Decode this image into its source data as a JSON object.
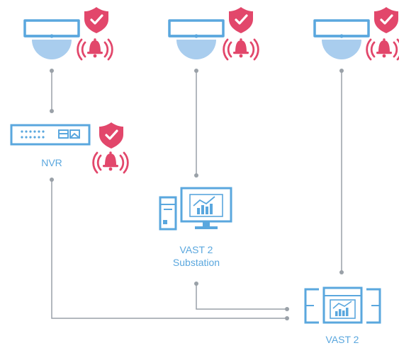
{
  "labels": {
    "nvr": "NVR",
    "substation_line1": "VAST 2",
    "substation_line2": "Substation",
    "server": "VAST 2"
  },
  "colors": {
    "device_blue": "#5aa7de",
    "dome_light_blue": "#a9cdee",
    "alert_red": "#e2476b",
    "connector_gray": "#9aa1a8"
  },
  "icons": [
    "camera-icon",
    "shield-check-icon",
    "alarm-bell-icon",
    "nvr-recorder-icon",
    "workstation-icon",
    "server-icon"
  ]
}
